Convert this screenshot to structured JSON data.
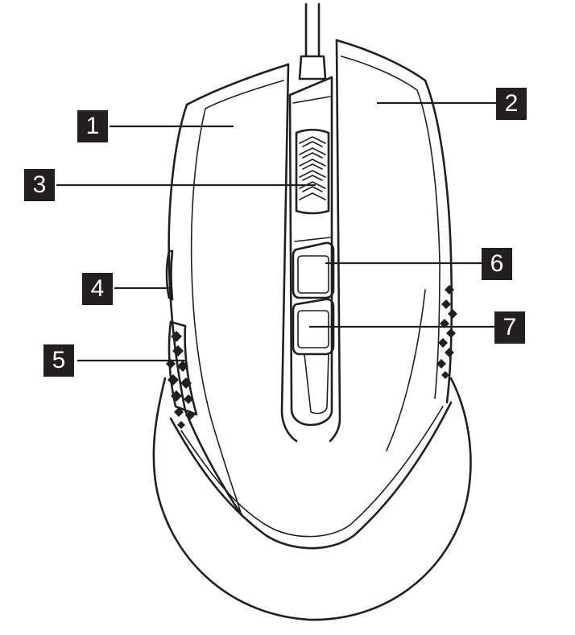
{
  "diagram": {
    "callouts": [
      {
        "id": 1,
        "label": "1"
      },
      {
        "id": 2,
        "label": "2"
      },
      {
        "id": 3,
        "label": "3"
      },
      {
        "id": 4,
        "label": "4"
      },
      {
        "id": 5,
        "label": "5"
      },
      {
        "id": 6,
        "label": "6"
      },
      {
        "id": 7,
        "label": "7"
      }
    ],
    "colors": {
      "ink": "#231f20",
      "background": "#ffffff"
    },
    "icons": {
      "subject": "gaming-mouse-icon"
    }
  }
}
